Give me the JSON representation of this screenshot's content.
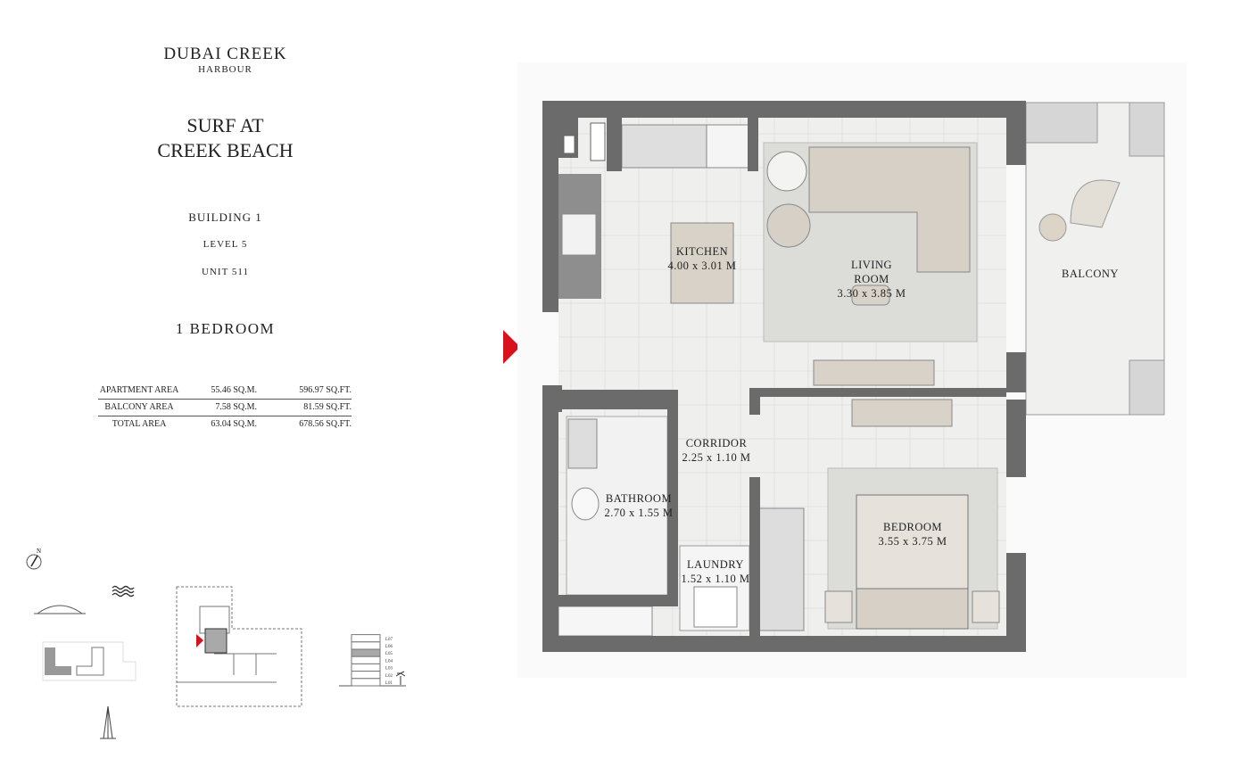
{
  "brand": {
    "name": "DUBAI CREEK",
    "sub": "HARBOUR"
  },
  "project": {
    "line1": "SURF AT",
    "line2": "CREEK BEACH"
  },
  "unit_info": {
    "building": "BUILDING 1",
    "level": "LEVEL 5",
    "unit": "UNIT 511",
    "type": "1 BEDROOM"
  },
  "areas": [
    {
      "label": "APARTMENT AREA",
      "sqm": "55.46 SQ.M.",
      "sqft": "596.97 SQ.FT."
    },
    {
      "label": "BALCONY AREA",
      "sqm": "7.58 SQ.M.",
      "sqft": "81.59 SQ.FT."
    },
    {
      "label": "TOTAL AREA",
      "sqm": "63.04 SQ.M.",
      "sqft": "678.56 SQ.FT."
    }
  ],
  "rooms": {
    "kitchen": {
      "name": "KITCHEN",
      "size": "4.00 x 3.01 M"
    },
    "living": {
      "name1": "LIVING",
      "name2": "ROOM",
      "size": "3.30 x 3.85 M"
    },
    "balcony": {
      "name": "BALCONY"
    },
    "corridor": {
      "name": "CORRIDOR",
      "size": "2.25 x 1.10 M"
    },
    "bathroom": {
      "name": "BATHROOM",
      "size": "2.70 x 1.55 M"
    },
    "laundry": {
      "name": "LAUNDRY",
      "size": "1.52 x 1.10 M"
    },
    "bedroom": {
      "name": "BEDROOM",
      "size": "3.55 x 3.75 M"
    }
  },
  "key_plan": {
    "north": "N",
    "levels": [
      "L07",
      "L06",
      "L05",
      "L04",
      "L03",
      "L02",
      "L01"
    ],
    "highlighted_level": "L05"
  },
  "colors": {
    "wall": "#6b6b6b",
    "accent": "#d7121d",
    "highlight": "#a9a9a9",
    "rug": "#d9d9d6",
    "furniture": "#d8d2c8"
  }
}
